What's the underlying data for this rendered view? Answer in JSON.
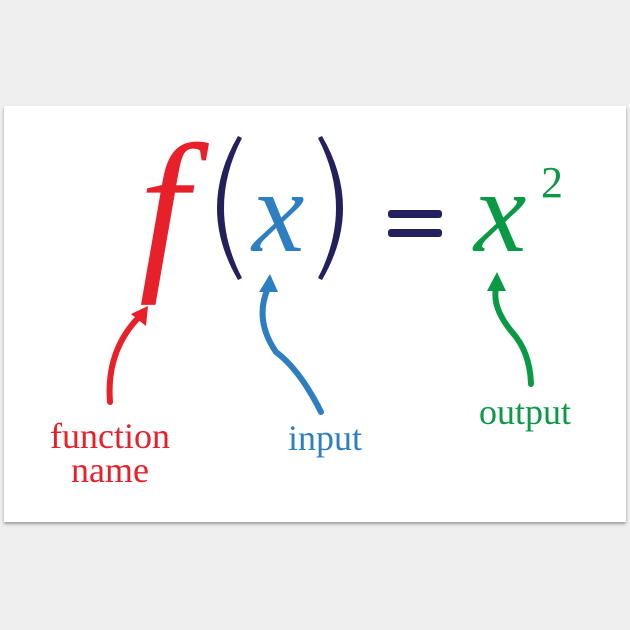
{
  "equation": {
    "function_symbol": "f",
    "open_paren": "(",
    "input_variable": "x",
    "close_paren": ")",
    "equals": "=",
    "output_base": "x",
    "output_exponent": "2"
  },
  "labels": {
    "function_name_line1": "function",
    "function_name_line2": "name",
    "input": "input",
    "output": "output"
  },
  "colors": {
    "function": "#e8202a",
    "input": "#2e7fc2",
    "output": "#0a9a46",
    "operators": "#24205e",
    "background": "#ffffff",
    "frame": "#efefef"
  }
}
